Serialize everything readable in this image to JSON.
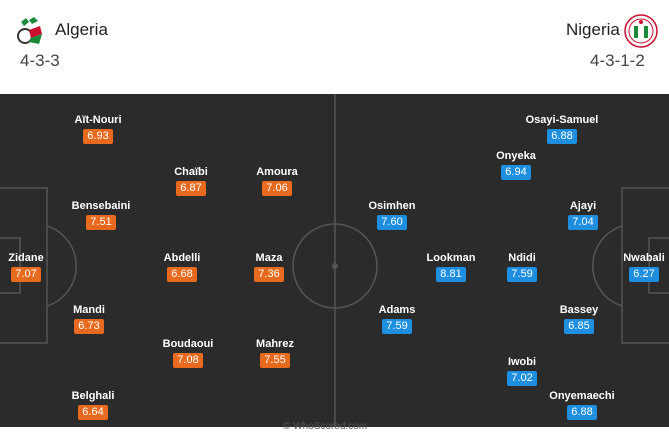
{
  "home": {
    "name": "Algeria",
    "formation": "4-3-3",
    "players": [
      {
        "name": "Aït-Nouri",
        "rating": "6.93"
      },
      {
        "name": "Chaïbi",
        "rating": "6.87"
      },
      {
        "name": "Amoura",
        "rating": "7.06"
      },
      {
        "name": "Bensebaini",
        "rating": "7.51"
      },
      {
        "name": "Zidane",
        "rating": "7.07"
      },
      {
        "name": "Abdelli",
        "rating": "6.68"
      },
      {
        "name": "Maza",
        "rating": "7.36"
      },
      {
        "name": "Mandi",
        "rating": "6.73"
      },
      {
        "name": "Boudaoui",
        "rating": "7.08"
      },
      {
        "name": "Mahrez",
        "rating": "7.55"
      },
      {
        "name": "Belghali",
        "rating": "6.64"
      }
    ]
  },
  "away": {
    "name": "Nigeria",
    "formation": "4-3-1-2",
    "players": [
      {
        "name": "Osayi-Samuel",
        "rating": "6.88"
      },
      {
        "name": "Onyeka",
        "rating": "6.94"
      },
      {
        "name": "Osimhen",
        "rating": "7.60"
      },
      {
        "name": "Ajayi",
        "rating": "7.04"
      },
      {
        "name": "Lookman",
        "rating": "8.81"
      },
      {
        "name": "Ndidi",
        "rating": "7.59"
      },
      {
        "name": "Nwabali",
        "rating": "6.27"
      },
      {
        "name": "Adams",
        "rating": "7.59"
      },
      {
        "name": "Bassey",
        "rating": "6.85"
      },
      {
        "name": "Iwobi",
        "rating": "7.02"
      },
      {
        "name": "Onyemaechi",
        "rating": "6.88"
      }
    ]
  },
  "watermark": "© WhoScored.com",
  "colors": {
    "home_rating": "#e86a1e",
    "away_rating": "#1e8fe0",
    "pitch": "#2b2b2b",
    "lines": "#555555"
  }
}
